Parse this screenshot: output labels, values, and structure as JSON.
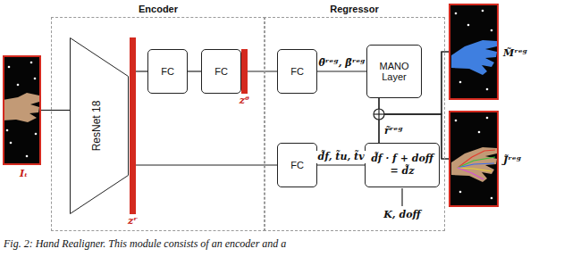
{
  "diagram": {
    "caption": "Fig. 2: Hand Realigner. This module consists of an encoder and a",
    "nodes": [
      {
        "text": [
          "Iₜ"
        ]
      },
      {
        "text": [
          "Encoder"
        ]
      },
      {
        "text": [
          "ResNet 18"
        ],
        "in": 1
      },
      {
        "text": [
          "zʳ"
        ],
        "in": 1
      },
      {
        "text": [
          "FC"
        ],
        "in": 1
      },
      {
        "text": [
          "FC"
        ],
        "in": 1
      },
      {
        "text": [
          "zᶿ"
        ],
        "in": 1
      },
      {
        "text": [
          "Regressor"
        ]
      },
      {
        "text": [
          "FC"
        ],
        "in": 7
      },
      {
        "text": [
          "MANO Layer"
        ],
        "in": 7
      },
      {
        "text": [
          "FC"
        ],
        "in": 7
      },
      {
        "text": [
          "d̃f · f + doff = d̃z"
        ],
        "in": 7
      },
      {
        "text": [
          "M̃ʳᵉᵍ"
        ]
      },
      {
        "text": [
          "J̃ʳᵉᵍ"
        ]
      }
    ],
    "edges": [
      {
        "from": 0,
        "to": 2,
        "arrow": "none"
      },
      {
        "from": 3,
        "to": 4,
        "arrow": "none"
      },
      {
        "from": 4,
        "to": 5,
        "arrow": "none"
      },
      {
        "from": 6,
        "to": 8,
        "arrow": "none"
      },
      {
        "from": 8,
        "to": 9,
        "label": "θ̃ʳᵉᵍ, β̃ʳᵉᵍ",
        "arrow": "none"
      },
      {
        "from": 3,
        "to": 10,
        "arrow": "none"
      },
      {
        "from": 10,
        "to": 11,
        "label": "d̃f, t̃u, t̃v",
        "arrow": "none"
      },
      {
        "from": 9,
        "to": 12,
        "arrow": "none"
      },
      {
        "from": 9,
        "to": 13,
        "arrow": "none"
      },
      {
        "from": 11,
        "to": 12,
        "label": "r̃ʳᵉᵍ",
        "arrow": "none"
      },
      {
        "from": 11,
        "to": 13,
        "arrow": "none"
      }
    ],
    "labels": [
      "K, doff"
    ]
  }
}
